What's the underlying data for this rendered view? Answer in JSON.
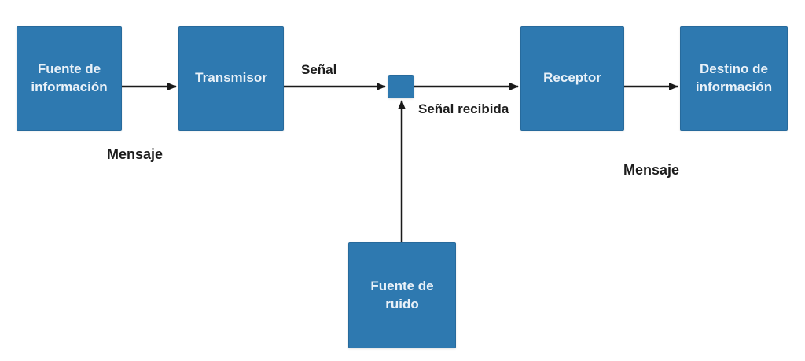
{
  "diagram": {
    "boxes": {
      "info_source": {
        "label": "Fuente de\ninformación"
      },
      "transmitter": {
        "label": "Transmisor"
      },
      "noise_junction": {
        "label": ""
      },
      "receiver": {
        "label": "Receptor"
      },
      "destination": {
        "label": "Destino de\ninformación"
      },
      "noise_source": {
        "label": "Fuente de\nruido"
      }
    },
    "labels": {
      "message_left": "Mensaje",
      "signal": "Señal",
      "signal_received": "Señal recibida",
      "message_right": "Mensaje"
    },
    "colors": {
      "box_fill": "#2e79b0",
      "box_border": "#276a9c",
      "box_text": "#e9f1f8",
      "label_text": "#1d1d1d",
      "arrow": "#1a1a1a",
      "background": "#ffffff"
    },
    "connections": [
      {
        "from": "info_source",
        "to": "transmitter"
      },
      {
        "from": "transmitter",
        "to": "noise_junction",
        "label": "Señal"
      },
      {
        "from": "noise_junction",
        "to": "receiver",
        "label": "Señal recibida"
      },
      {
        "from": "receiver",
        "to": "destination"
      },
      {
        "from": "noise_source",
        "to": "noise_junction"
      }
    ]
  }
}
